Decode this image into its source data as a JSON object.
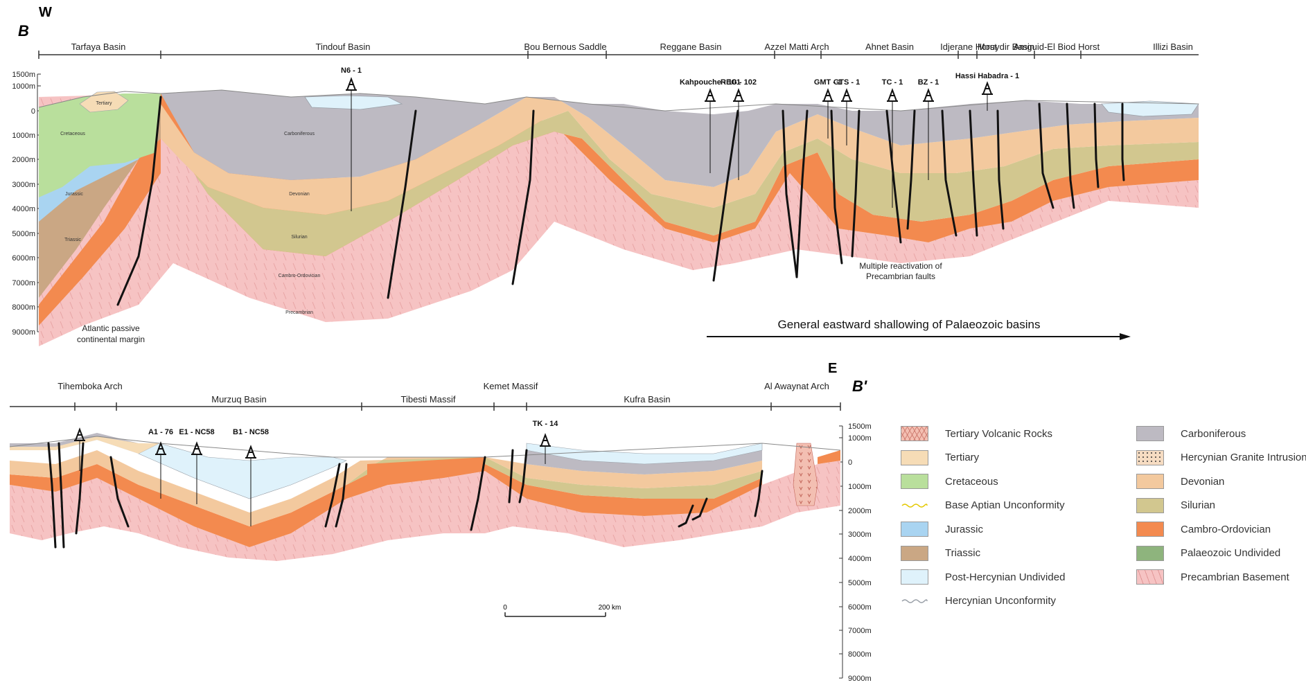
{
  "section_top": {
    "label_letter": "B",
    "direction": "W",
    "regions": [
      "Tarfaya Basin",
      "Tindouf Basin",
      "Bou Bernous Saddle",
      "Reggane Basin",
      "Azzel Matti Arch",
      "Ahnet Basin",
      "Idjerane Horst",
      "Mouydir Basin",
      "Amguid-El Biod Horst",
      "Illizi Basin"
    ],
    "wells": [
      "N6 - 1",
      "Kahpouche - 101",
      "REG - 102",
      "GMT - 1",
      "GTS - 1",
      "TC - 1",
      "BZ - 1",
      "Hassi Habadra - 1"
    ],
    "depth_labels": [
      "1500m",
      "1000m",
      "0",
      "1000m",
      "2000m",
      "3000m",
      "4000m",
      "5000m",
      "6000m",
      "7000m",
      "8000m",
      "9000m"
    ],
    "layer_labels": [
      "Tertiary",
      "Cretaceous",
      "Jurassic",
      "Triassic",
      "Carboniferous",
      "Devonian",
      "Silurian",
      "Cambro-Ordovician",
      "Precambrian"
    ],
    "annotations": {
      "atlantic": [
        "Atlantic passive",
        "continental margin"
      ],
      "multiple": [
        "Multiple reactivation of",
        "Precambrian faults"
      ],
      "shallowing": "General eastward shallowing of Palaeozoic basins"
    }
  },
  "section_bottom": {
    "label_letter": "B'",
    "direction": "E",
    "regions": [
      "Tihemboka Arch",
      "Murzuq Basin",
      "Tibesti Massif",
      "Kemet Massif",
      "Kufra Basin",
      "Al Awaynat Arch"
    ],
    "wells": [
      "A1 - 76",
      "E1 - NC58",
      "B1 - NC58",
      "TK - 14"
    ],
    "depth_labels": [
      "1500m",
      "1000m",
      "0",
      "1000m",
      "2000m",
      "3000m",
      "4000m",
      "5000m",
      "6000m",
      "7000m",
      "8000m",
      "9000m"
    ]
  },
  "scale_bar": {
    "start": "0",
    "end": "200 km"
  },
  "legend": [
    {
      "label": "Tertiary Volcanic Rocks",
      "color": "#f3bfb2",
      "pattern": "volcanic"
    },
    {
      "label": "Tertiary",
      "color": "#f6dcb6",
      "pattern": "solid"
    },
    {
      "label": "Cretaceous",
      "color": "#b9df9c",
      "pattern": "solid"
    },
    {
      "label": "Base Aptian Unconformity",
      "color": "#e4c800",
      "pattern": "line"
    },
    {
      "label": "Jurassic",
      "color": "#a9d4f1",
      "pattern": "solid"
    },
    {
      "label": "Triassic",
      "color": "#caa784",
      "pattern": "solid"
    },
    {
      "label": "Post-Hercynian Undivided",
      "color": "#dff2fb",
      "pattern": "solid"
    },
    {
      "label": "Hercynian Unconformity",
      "color": "#9aa0a8",
      "pattern": "line"
    },
    {
      "label": "Carboniferous",
      "color": "#bdbac2",
      "pattern": "solid"
    },
    {
      "label": "Hercynian Granite Intrusion",
      "color": "#f6dcc2",
      "pattern": "dots"
    },
    {
      "label": "Devonian",
      "color": "#f3c99e",
      "pattern": "solid"
    },
    {
      "label": "Silurian",
      "color": "#d2c78f",
      "pattern": "solid"
    },
    {
      "label": "Cambro-Ordovician",
      "color": "#f38a4f",
      "pattern": "solid"
    },
    {
      "label": "Palaeozoic Undivided",
      "color": "#8eb47d",
      "pattern": "solid"
    },
    {
      "label": "Precambrian Basement",
      "color": "#f6c3c3",
      "pattern": "basement"
    }
  ]
}
